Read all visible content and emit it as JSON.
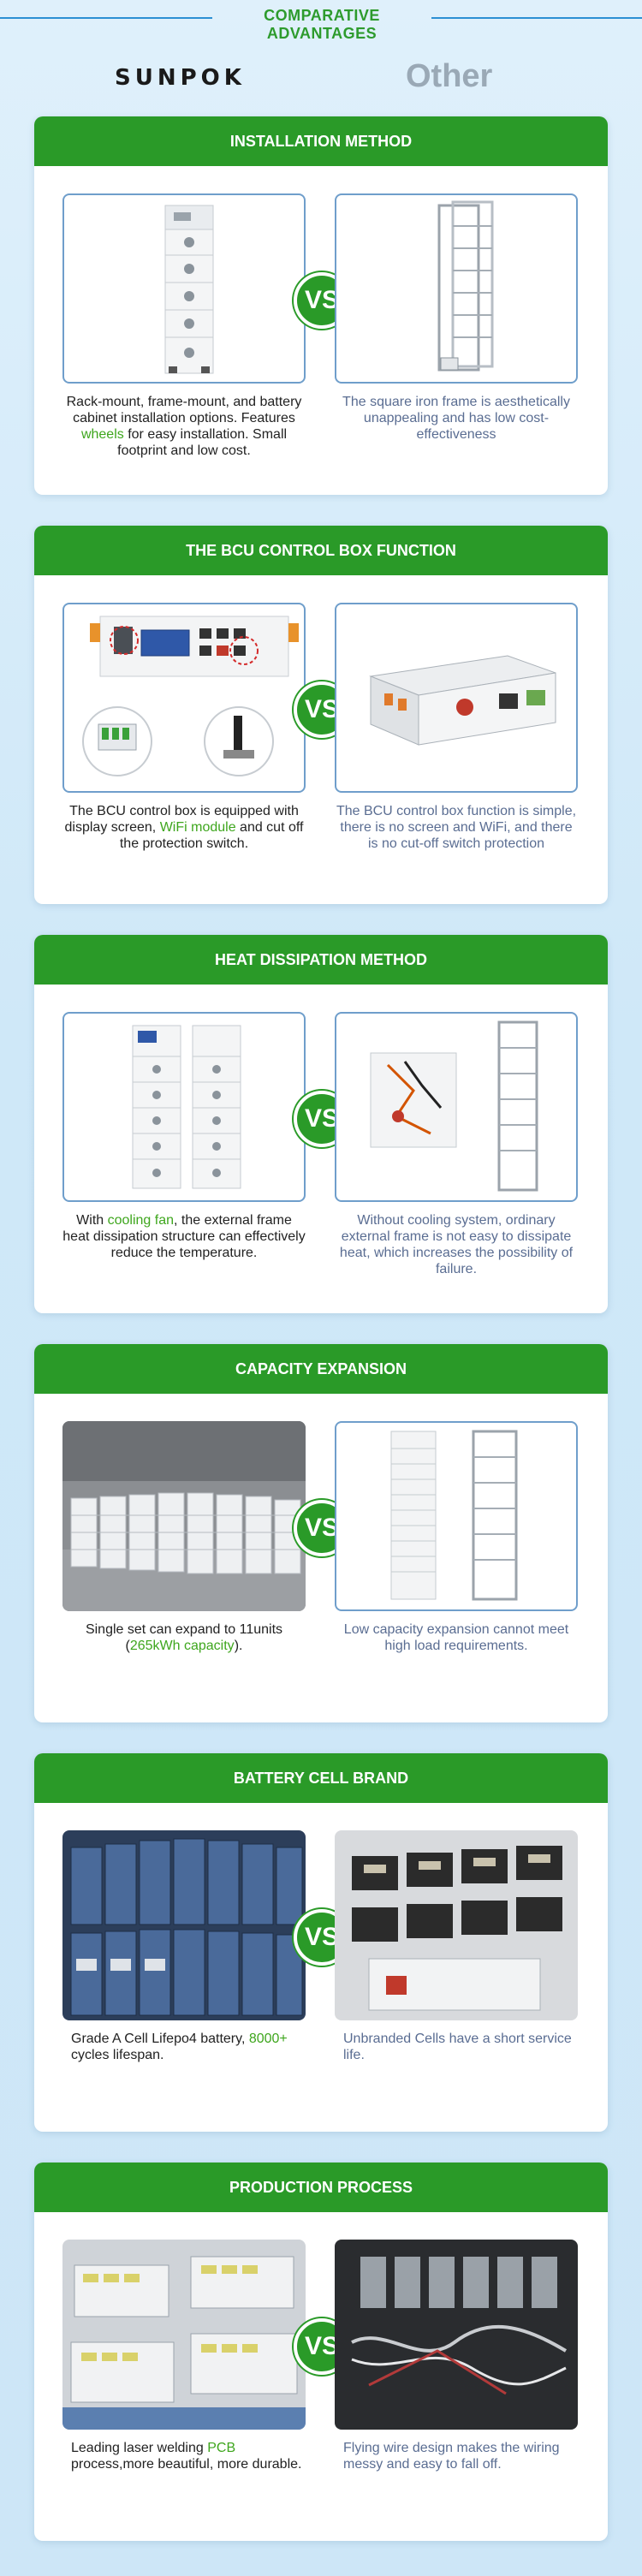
{
  "header": {
    "title": "COMPARATIVE ADVANTAGES"
  },
  "brands": {
    "ours": "SUNPOK",
    "other": "Other"
  },
  "colors": {
    "green": "#2a9a28",
    "blue_line": "#2c8fd3",
    "highlight": "#3ea61d",
    "other_text": "#5a6d92"
  },
  "vs_label": "VS",
  "sections": [
    {
      "title": "INSTALLATION METHOD",
      "left_image": "stacked-battery-tower",
      "right_image": "iron-frame-rack",
      "left_text": [
        "Rack-mount, frame-mount, and battery cabinet installation options. Features ",
        "wheels",
        " for easy installation. Small footprint and low cost."
      ],
      "right_text": "The square iron frame is aesthetically unappealing and has low cost-effectiveness"
    },
    {
      "title": "THE BCU CONTROL BOX FUNCTION",
      "left_image": "bcu-box-with-screen",
      "right_image": "plain-control-box",
      "left_text": [
        "The BCU control box is equipped with display screen, ",
        "WiFi module",
        " and cut off the protection switch."
      ],
      "right_text": "The BCU control box function is simple, there is no screen and WiFi, and there is no cut-off switch protection"
    },
    {
      "title": "HEAT DISSIPATION METHOD",
      "left_image": "two-battery-towers",
      "right_image": "open-rack-with-module",
      "left_text": [
        "With ",
        "cooling fan",
        ", the external frame heat dissipation structure can effectively reduce the temperature."
      ],
      "right_text": "Without cooling system, ordinary external frame is not easy to dissipate heat, which increases the possibility of failure."
    },
    {
      "title": "CAPACITY EXPANSION",
      "left_image": "warehouse-battery-rows",
      "right_image": "tall-rack-comparison",
      "left_text": [
        "Single set can expand to 11units (",
        "265kWh capacity",
        ")."
      ],
      "right_text": "Low capacity expansion cannot meet high load requirements."
    },
    {
      "title": "BATTERY CELL BRAND",
      "left_image": "lifepo4-cells",
      "right_image": "unbranded-cells",
      "left_text": [
        "Grade A Cell Lifepo4 battery, ",
        "8000+",
        " cycles lifespan."
      ],
      "right_text": "Unbranded Cells have a short service life."
    },
    {
      "title": "PRODUCTION PROCESS",
      "left_image": "laser-welded-modules",
      "right_image": "flying-wire-modules",
      "left_text": [
        "Leading laser welding ",
        "PCB",
        " process,more beautiful, more durable."
      ],
      "right_text": "Flying wire design makes the wiring messy and easy to fall off."
    }
  ]
}
